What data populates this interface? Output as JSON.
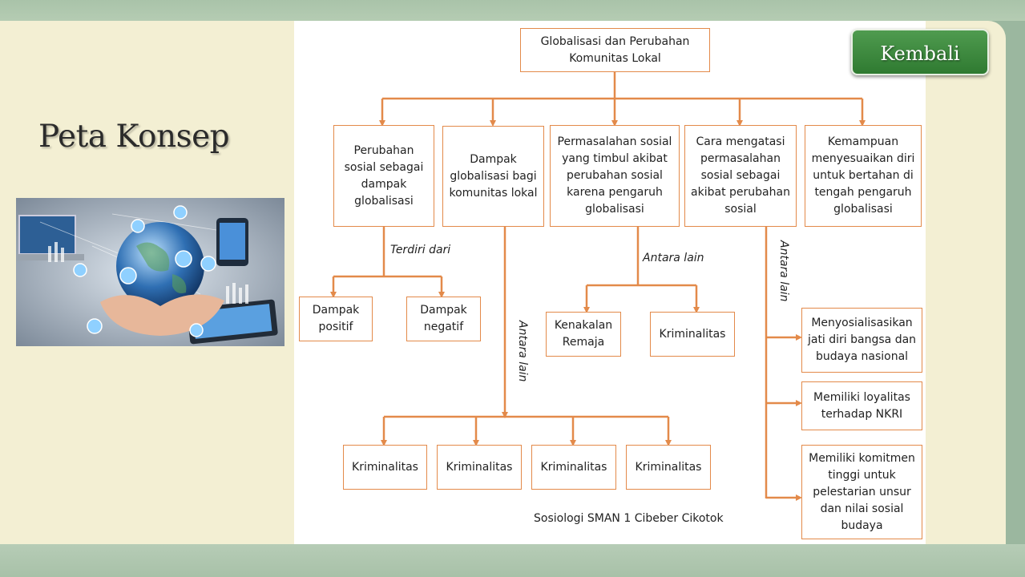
{
  "slide": {
    "title": "Peta Konsep",
    "back_label": "Kembali",
    "credit": "Sosiologi SMAN 1 Cibeber Cikotok"
  },
  "colors": {
    "connector": "#e38a4a",
    "button": "#3d8a3f",
    "panel_bg": "#f3efd3"
  },
  "diagram": {
    "root": "Globalisasi dan Perubahan Komunitas Lokal",
    "branches": [
      "Perubahan sosial sebagai dampak globalisasi",
      "Dampak globalisasi bagi komunitas lokal",
      "Permasalahan sosial yang timbul akibat perubahan sosial karena pengaruh globalisasi",
      "Cara mengatasi permasalahan sosial sebagai akibat perubahan sosial",
      "Kemampuan menyesuaikan diri untuk bertahan di tengah pengaruh globalisasi"
    ],
    "edge_labels": {
      "terdiri": "Terdiri dari",
      "antara1": "Antara lain",
      "antara2": "Antara lain",
      "antara3": "Antara lain"
    },
    "dampak": [
      "Dampak positif",
      "Dampak negatif"
    ],
    "permasalahan": [
      "Kenakalan Remaja",
      "Kriminalitas"
    ],
    "komunitas": [
      "Kriminalitas",
      "Kriminalitas",
      "Kriminalitas",
      "Kriminalitas"
    ],
    "cara": [
      "Menyosialisasikan jati diri bangsa dan budaya nasional",
      "Memiliki loyalitas terhadap NKRI",
      "Memiliki komitmen tinggi untuk pelestarian unsur dan nilai sosial budaya"
    ]
  }
}
